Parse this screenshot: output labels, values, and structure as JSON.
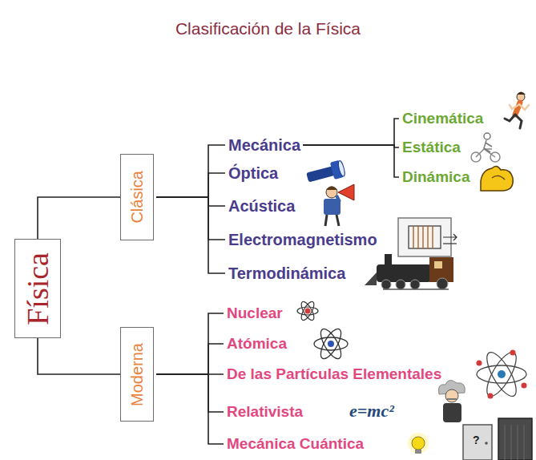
{
  "diagram": {
    "title": "Clasificación de la Física",
    "nodes": [
      {
        "text": [
          "Física"
        ]
      },
      {
        "text": [
          "Clásica"
        ]
      },
      {
        "text": [
          "Mecánica"
        ]
      },
      {
        "text": [
          "Cinemática"
        ]
      },
      {
        "text": [
          "Estática"
        ]
      },
      {
        "text": [
          "Dinámica"
        ]
      },
      {
        "text": [
          "Óptica"
        ]
      },
      {
        "text": [
          "Acústica"
        ]
      },
      {
        "text": [
          "Electromagnetismo"
        ]
      },
      {
        "text": [
          "Termodinámica"
        ]
      },
      {
        "text": [
          "Moderna"
        ]
      },
      {
        "text": [
          "Nuclear"
        ]
      },
      {
        "text": [
          "Atómica"
        ]
      },
      {
        "text": [
          "De las Partículas Elementales"
        ]
      },
      {
        "text": [
          "Relativista"
        ]
      },
      {
        "text": [
          "Mecánica Cuántica"
        ]
      }
    ],
    "edges": [
      {
        "from": 0,
        "to": 1,
        "arrow": "none"
      },
      {
        "from": 0,
        "to": 10,
        "arrow": "none"
      },
      {
        "from": 1,
        "to": 2,
        "arrow": "none"
      },
      {
        "from": 1,
        "to": 6,
        "arrow": "none"
      },
      {
        "from": 1,
        "to": 7,
        "arrow": "none"
      },
      {
        "from": 1,
        "to": 8,
        "arrow": "none"
      },
      {
        "from": 1,
        "to": 9,
        "arrow": "none"
      },
      {
        "from": 2,
        "to": 3,
        "arrow": "none"
      },
      {
        "from": 2,
        "to": 4,
        "arrow": "none"
      },
      {
        "from": 2,
        "to": 5,
        "arrow": "none"
      },
      {
        "from": 10,
        "to": 11,
        "arrow": "none"
      },
      {
        "from": 10,
        "to": 12,
        "arrow": "none"
      },
      {
        "from": 10,
        "to": 13,
        "arrow": "none"
      },
      {
        "from": 10,
        "to": 14,
        "arrow": "none"
      },
      {
        "from": 10,
        "to": 15,
        "arrow": "none"
      }
    ],
    "labels": [
      "e=mc²",
      "?"
    ]
  }
}
